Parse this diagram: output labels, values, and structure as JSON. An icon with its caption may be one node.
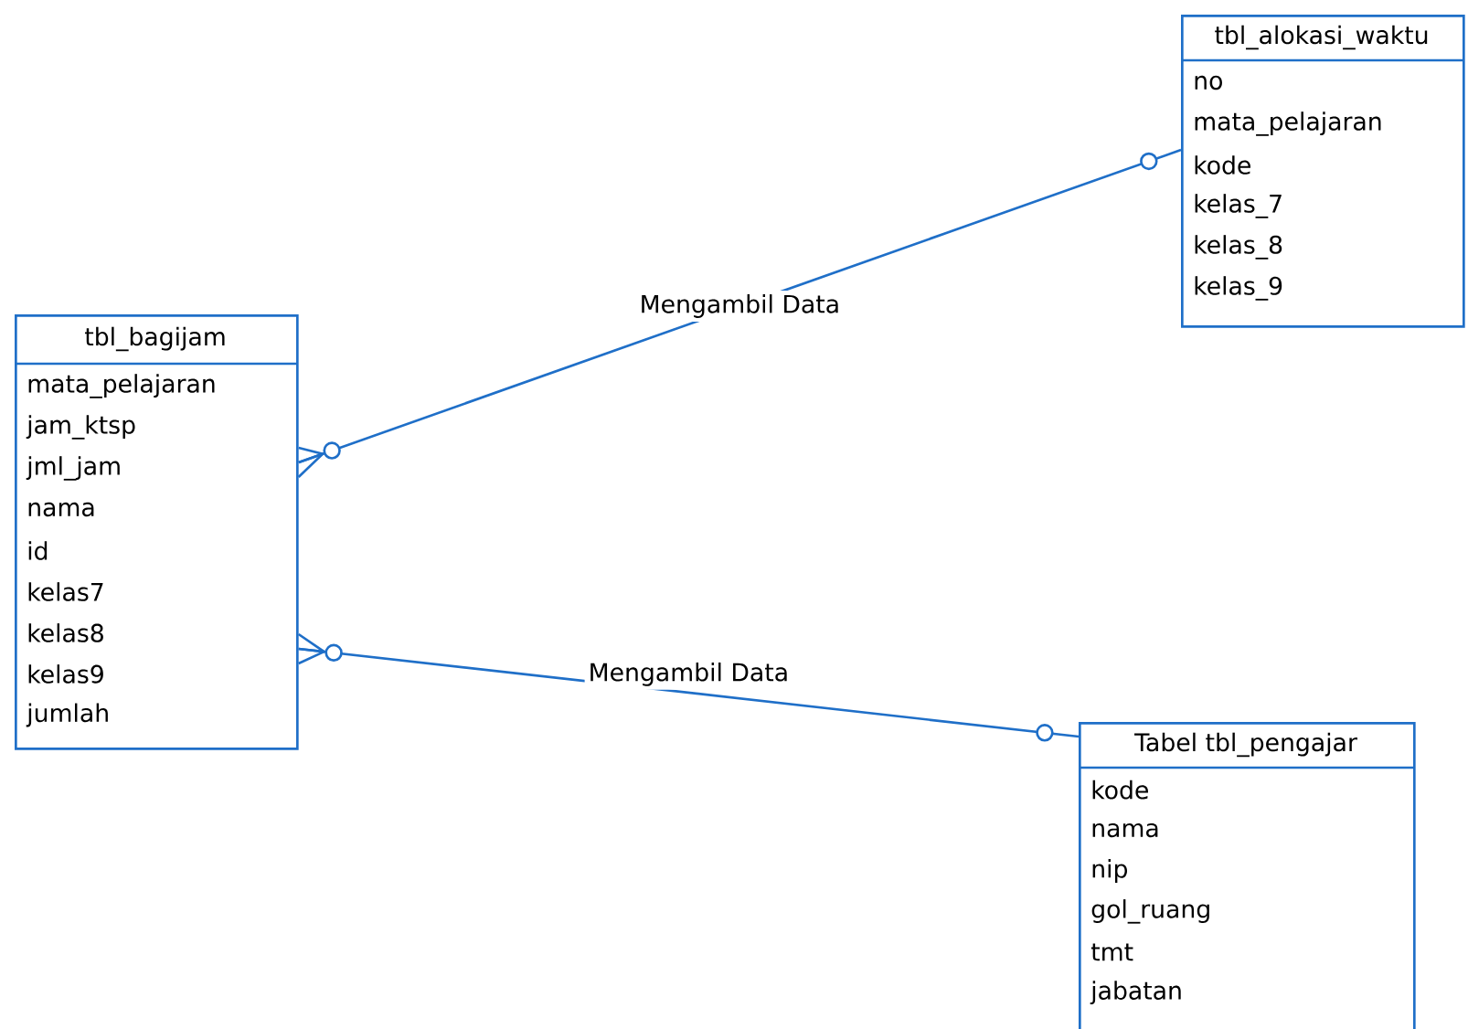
{
  "diagram": {
    "nodes": [
      {
        "text": [
          "tbl_bagijam",
          "mata_pelajaran",
          "jam_ktsp",
          "jml_jam",
          "nama",
          "id",
          "kelas7",
          "kelas8",
          "kelas9",
          "jumlah"
        ]
      },
      {
        "text": [
          "tbl_alokasi_waktu",
          "no",
          "mata_pelajaran",
          "kode",
          "kelas_7",
          "kelas_8",
          "kelas_9"
        ]
      },
      {
        "text": [
          "Tabel tbl_pengajar",
          "kode",
          "nama",
          "nip",
          "gol_ruang",
          "tmt",
          "jabatan"
        ]
      }
    ],
    "edges": [
      {
        "from": 0,
        "to": 1,
        "arrow": "other",
        "label": "Mengambil Data"
      },
      {
        "from": 0,
        "to": 2,
        "arrow": "other",
        "label": "Mengambil Data"
      }
    ]
  }
}
